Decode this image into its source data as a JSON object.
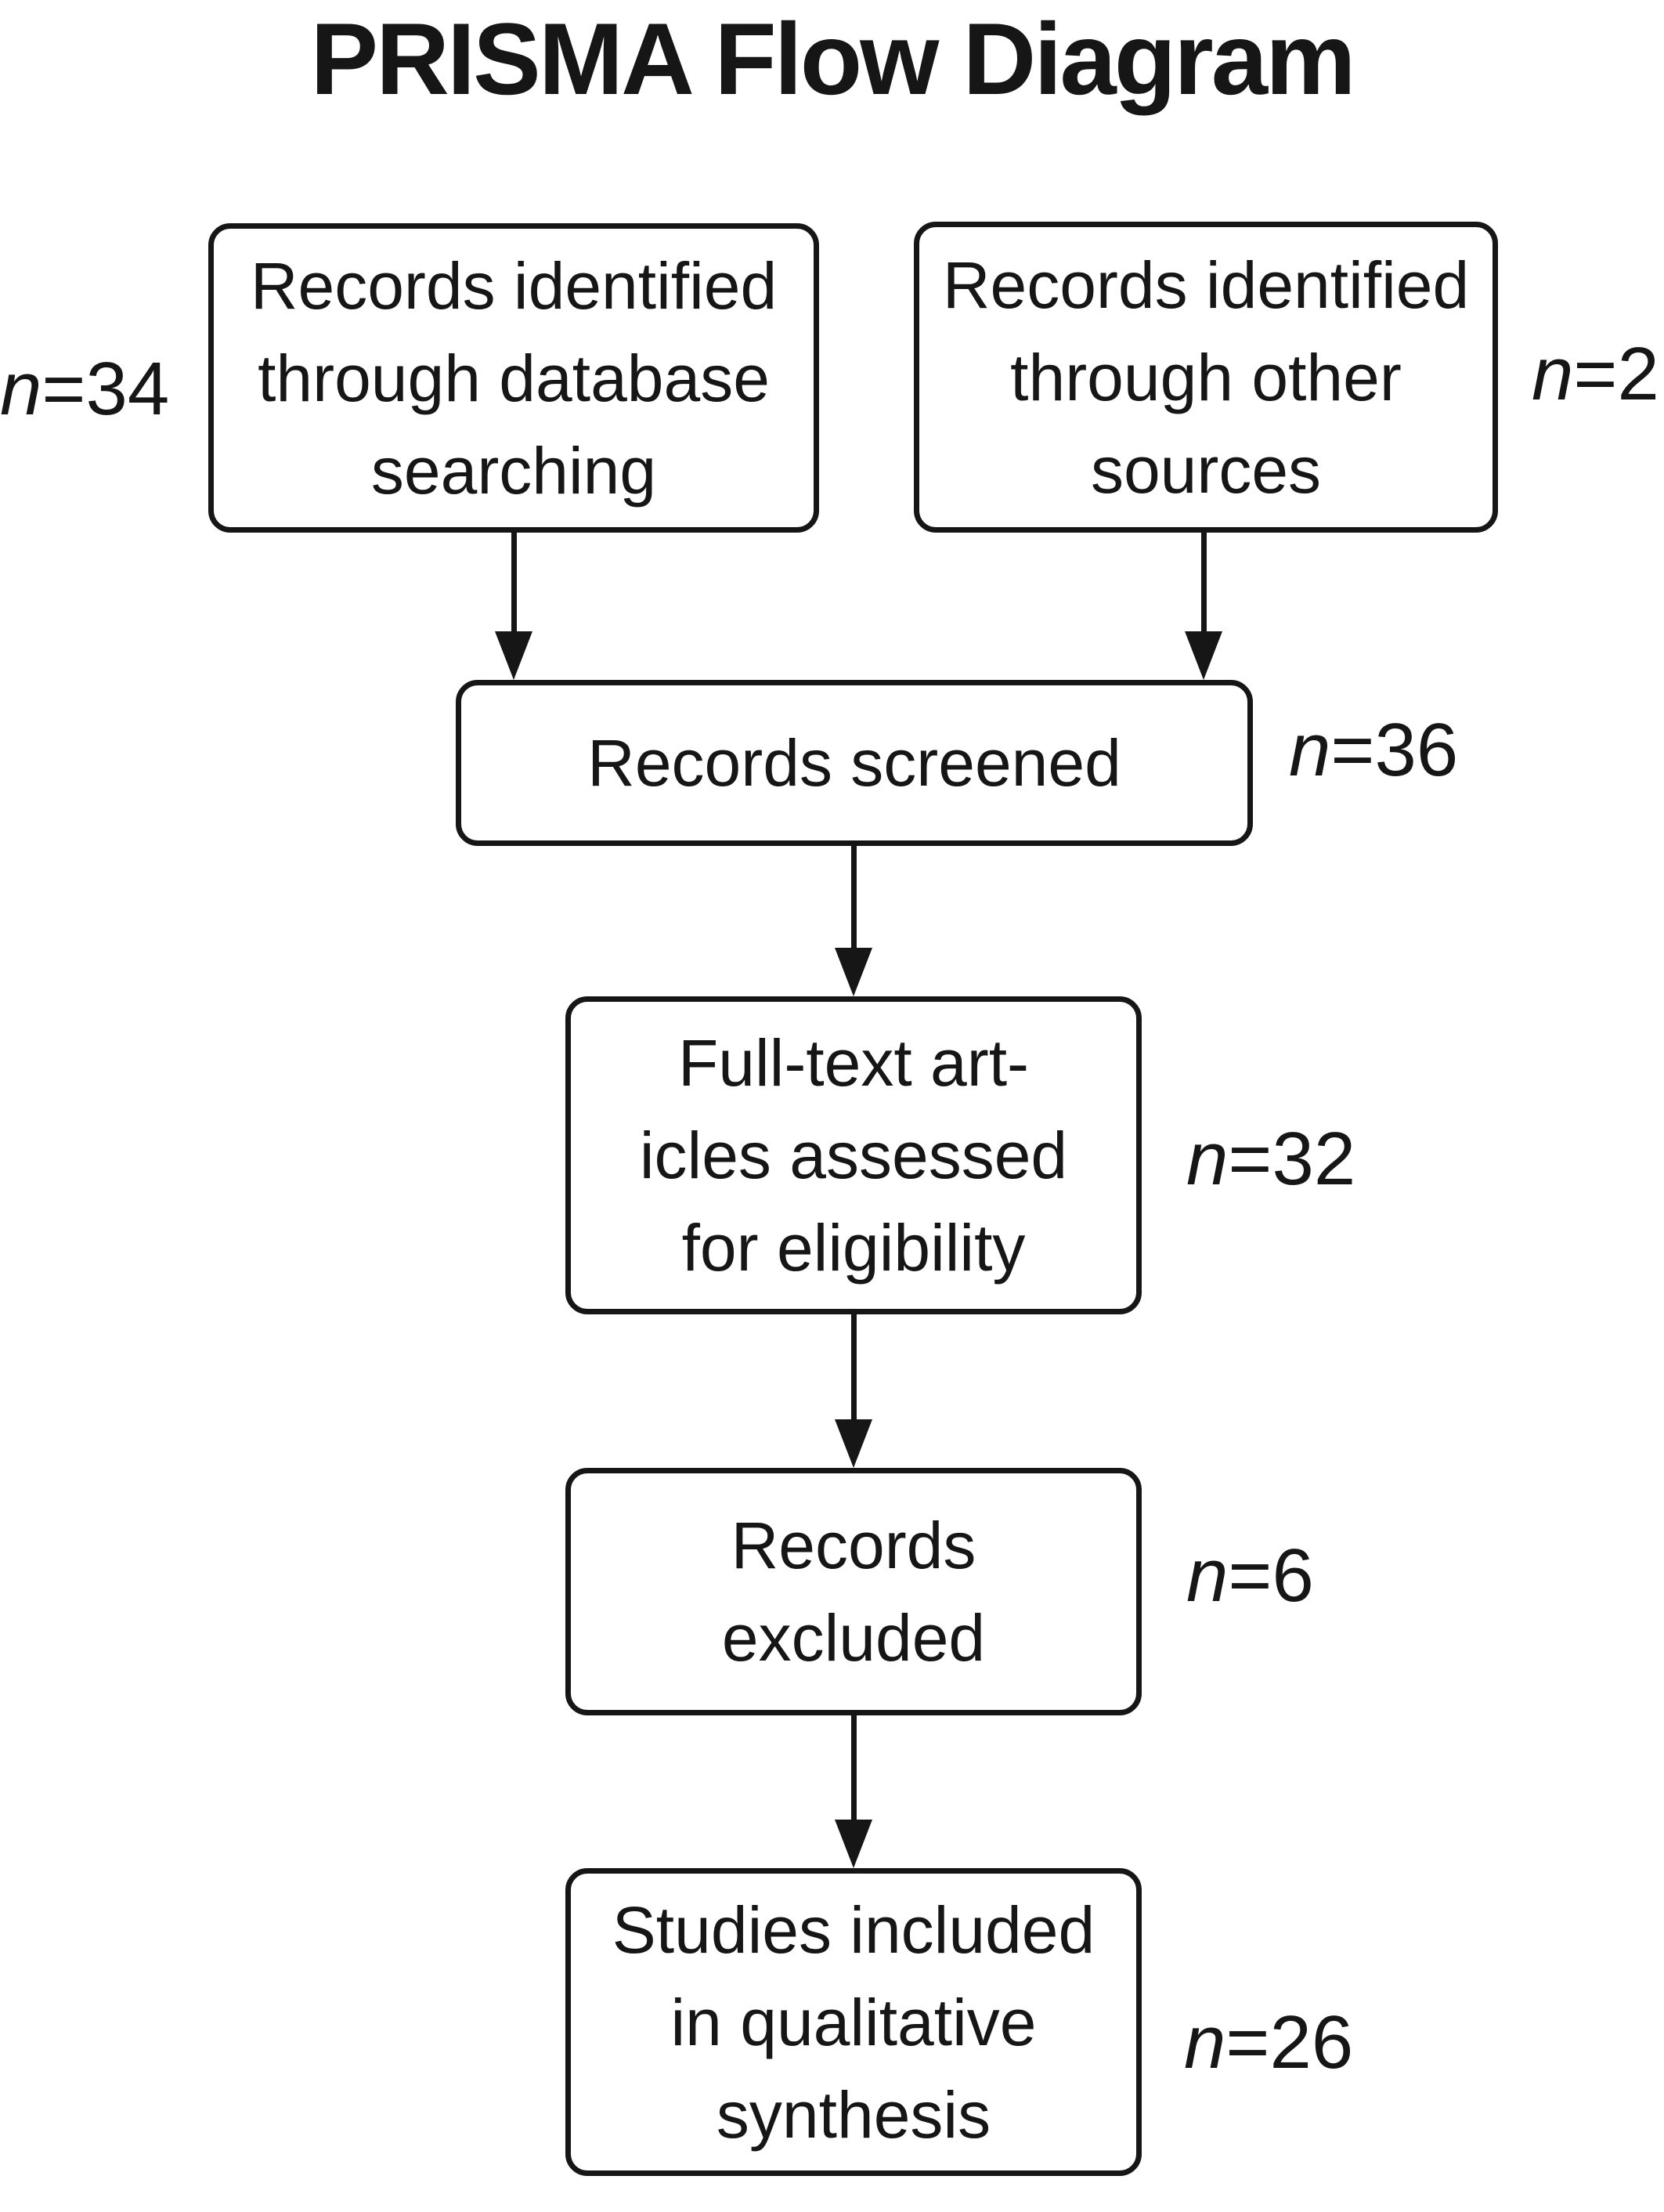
{
  "title": "PRISMA Flow Diagram",
  "colors": {
    "ink": "#161616",
    "paper": "#ffffff"
  },
  "boxes": [
    {
      "name": "records-identified-database",
      "lines": [
        "Records identified",
        "through database",
        "searching"
      ]
    },
    {
      "name": "records-identified-other",
      "lines": [
        "Records identified",
        "through other",
        "sources"
      ]
    },
    {
      "name": "records-screened",
      "lines": [
        "Records screened"
      ]
    },
    {
      "name": "fulltext-articles-assessed",
      "lines": [
        "Full-text art-",
        "icles assessed",
        "for eligibility"
      ]
    },
    {
      "name": "records-excluded",
      "lines": [
        "Records",
        "excluded"
      ]
    },
    {
      "name": "studies-included",
      "lines": [
        "Studies included",
        "in qualitative",
        "synthesis"
      ]
    }
  ],
  "labels": [
    {
      "name": "count-identified-database",
      "var": "n",
      "rest": "=34"
    },
    {
      "name": "count-identified-other",
      "var": "n",
      "rest": "=2"
    },
    {
      "name": "count-screened",
      "var": "n",
      "rest": "=36"
    },
    {
      "name": "count-fulltext",
      "var": "n",
      "rest": "=32"
    },
    {
      "name": "count-excluded",
      "var": "n",
      "rest": "=6"
    },
    {
      "name": "count-included",
      "var": "n",
      "rest": "=26"
    }
  ]
}
